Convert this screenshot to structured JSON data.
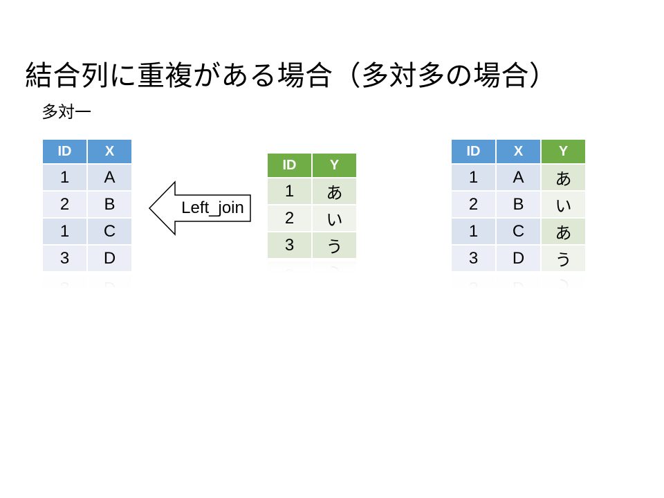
{
  "slide": {
    "title": "結合列に重複がある場合（多対多の場合）",
    "subtitle": "多対一"
  },
  "arrow": {
    "label": "Left_join",
    "direction": "left",
    "fill": "#FFFFFF",
    "stroke": "#000000"
  },
  "colors": {
    "blue_header": "#5B9BD5",
    "blue_band_dark": "#DAE1EF",
    "blue_band_light": "#EBEEF6",
    "green_header": "#70AD47",
    "green_band_dark": "#DEE8D4",
    "green_band_light": "#EFF3EB",
    "header_text": "#FFFFFF",
    "cell_text": "#000000",
    "background": "#FFFFFF"
  },
  "tables": {
    "left_many": {
      "columns": [
        {
          "label": "ID",
          "color": "blue"
        },
        {
          "label": "X",
          "color": "blue"
        }
      ],
      "rows": [
        [
          "1",
          "A"
        ],
        [
          "2",
          "B"
        ],
        [
          "1",
          "C"
        ],
        [
          "3",
          "D"
        ]
      ]
    },
    "right_one": {
      "columns": [
        {
          "label": "ID",
          "color": "green"
        },
        {
          "label": "Y",
          "color": "green"
        }
      ],
      "rows": [
        [
          "1",
          "あ"
        ],
        [
          "2",
          "い"
        ],
        [
          "3",
          "う"
        ]
      ]
    },
    "result": {
      "columns": [
        {
          "label": "ID",
          "color": "blue"
        },
        {
          "label": "X",
          "color": "blue"
        },
        {
          "label": "Y",
          "color": "green"
        }
      ],
      "rows": [
        [
          "1",
          "A",
          "あ"
        ],
        [
          "2",
          "B",
          "い"
        ],
        [
          "1",
          "C",
          "あ"
        ],
        [
          "3",
          "D",
          "う"
        ]
      ]
    }
  }
}
